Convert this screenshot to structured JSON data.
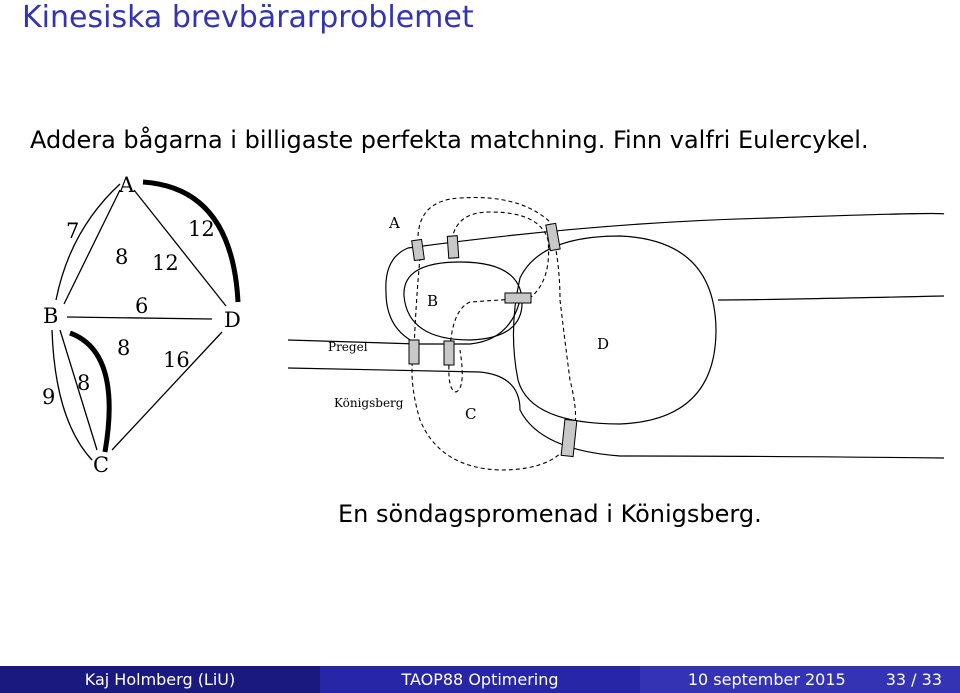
{
  "slide": {
    "title": "Kinesiska brevbärarproblemet",
    "text": "Addera bågarna i billigaste perfekta matchning. Finn valfri Eulercykel.",
    "caption": "En söndagspromenad i Königsberg."
  },
  "graph": {
    "nodes": {
      "A": "A",
      "B": "B",
      "C": "C",
      "D": "D"
    },
    "edges": {
      "ab_outer": "7",
      "ab_inner": "8",
      "ad_outer": "12",
      "ad_inner": "12",
      "bd": "6",
      "bc_inner1": "8",
      "bc_inner2": "8",
      "bc_outer": "9",
      "cd": "16"
    }
  },
  "map": {
    "labels": {
      "A": "A",
      "B": "B",
      "C": "C",
      "D": "D",
      "river": "Pregel",
      "city": "Königsberg"
    }
  },
  "footer": {
    "author": "Kaj Holmberg  (LiU)",
    "course": "TAOP88  Optimering",
    "date": "10 september 2015",
    "page": "33 / 33"
  }
}
